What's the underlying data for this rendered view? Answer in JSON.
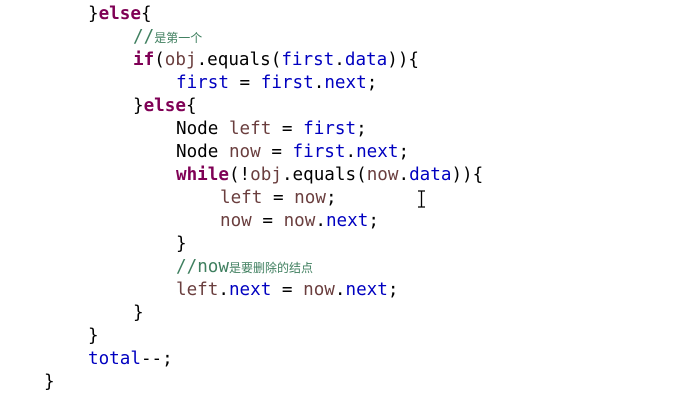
{
  "editor": {
    "background": "#ffffff",
    "colors": {
      "keyword": "#7f0055",
      "field": "#0000c0",
      "comment": "#3f7f5f",
      "local_variable": "#6a3e3e",
      "text": "#000000"
    },
    "cursor_icon": "text-ibeam-cursor",
    "lines": [
      {
        "tokens": [
          {
            "text": "}",
            "type": "plain"
          },
          {
            "text": "else",
            "type": "kw"
          },
          {
            "text": "{",
            "type": "plain"
          }
        ]
      },
      {
        "tokens": [
          {
            "text": "//",
            "type": "comment"
          },
          {
            "text": "是第一个",
            "type": "cjk"
          }
        ]
      },
      {
        "tokens": [
          {
            "text": "if",
            "type": "kw"
          },
          {
            "text": "(",
            "type": "plain"
          },
          {
            "text": "obj",
            "type": "var"
          },
          {
            "text": ".equals(",
            "type": "plain"
          },
          {
            "text": "first",
            "type": "field"
          },
          {
            "text": ".",
            "type": "plain"
          },
          {
            "text": "data",
            "type": "field"
          },
          {
            "text": ")){",
            "type": "plain"
          }
        ]
      },
      {
        "tokens": [
          {
            "text": "first",
            "type": "field"
          },
          {
            "text": " = ",
            "type": "plain"
          },
          {
            "text": "first",
            "type": "field"
          },
          {
            "text": ".",
            "type": "plain"
          },
          {
            "text": "next",
            "type": "field"
          },
          {
            "text": ";",
            "type": "plain"
          }
        ]
      },
      {
        "tokens": [
          {
            "text": "}",
            "type": "plain"
          },
          {
            "text": "else",
            "type": "kw"
          },
          {
            "text": "{",
            "type": "plain"
          }
        ]
      },
      {
        "tokens": [
          {
            "text": "Node ",
            "type": "plain"
          },
          {
            "text": "left",
            "type": "var"
          },
          {
            "text": " = ",
            "type": "plain"
          },
          {
            "text": "first",
            "type": "field"
          },
          {
            "text": ";",
            "type": "plain"
          }
        ]
      },
      {
        "tokens": [
          {
            "text": "Node ",
            "type": "plain"
          },
          {
            "text": "now",
            "type": "var"
          },
          {
            "text": " = ",
            "type": "plain"
          },
          {
            "text": "first",
            "type": "field"
          },
          {
            "text": ".",
            "type": "plain"
          },
          {
            "text": "next",
            "type": "field"
          },
          {
            "text": ";",
            "type": "plain"
          }
        ]
      },
      {
        "tokens": [
          {
            "text": "while",
            "type": "kw"
          },
          {
            "text": "(!",
            "type": "plain"
          },
          {
            "text": "obj",
            "type": "var"
          },
          {
            "text": ".equals(",
            "type": "plain"
          },
          {
            "text": "now",
            "type": "var"
          },
          {
            "text": ".",
            "type": "plain"
          },
          {
            "text": "data",
            "type": "field"
          },
          {
            "text": ")){",
            "type": "plain"
          }
        ]
      },
      {
        "tokens": [
          {
            "text": "left",
            "type": "var"
          },
          {
            "text": " = ",
            "type": "plain"
          },
          {
            "text": "now",
            "type": "var"
          },
          {
            "text": ";",
            "type": "plain"
          }
        ]
      },
      {
        "tokens": [
          {
            "text": "now",
            "type": "var"
          },
          {
            "text": " = ",
            "type": "plain"
          },
          {
            "text": "now",
            "type": "var"
          },
          {
            "text": ".",
            "type": "plain"
          },
          {
            "text": "next",
            "type": "field"
          },
          {
            "text": ";",
            "type": "plain"
          }
        ]
      },
      {
        "tokens": [
          {
            "text": "}",
            "type": "plain"
          }
        ]
      },
      {
        "tokens": [
          {
            "text": "//",
            "type": "comment"
          },
          {
            "text": "now",
            "type": "comment"
          },
          {
            "text": "是要删除的结点",
            "type": "cjk"
          }
        ]
      },
      {
        "tokens": [
          {
            "text": "left",
            "type": "var"
          },
          {
            "text": ".",
            "type": "plain"
          },
          {
            "text": "next",
            "type": "field"
          },
          {
            "text": " = ",
            "type": "plain"
          },
          {
            "text": "now",
            "type": "var"
          },
          {
            "text": ".",
            "type": "plain"
          },
          {
            "text": "next",
            "type": "field"
          },
          {
            "text": ";",
            "type": "plain"
          }
        ]
      },
      {
        "tokens": [
          {
            "text": "}",
            "type": "plain"
          }
        ]
      },
      {
        "tokens": [
          {
            "text": "}",
            "type": "plain"
          }
        ]
      },
      {
        "tokens": [
          {
            "text": "total",
            "type": "field"
          },
          {
            "text": "--;",
            "type": "plain"
          }
        ]
      },
      {
        "tokens": [
          {
            "text": "}",
            "type": "plain"
          }
        ]
      }
    ]
  }
}
